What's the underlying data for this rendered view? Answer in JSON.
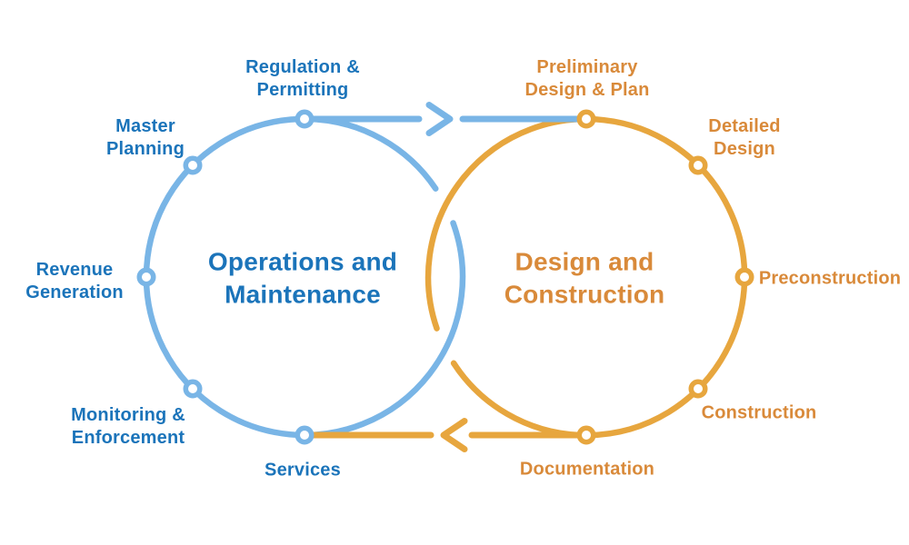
{
  "colors": {
    "blue_line": "#79B5E6",
    "blue_text": "#1B74BA",
    "orange_line": "#E7A63E",
    "orange_text": "#D98A3A",
    "node_center": "#FFFFFF"
  },
  "left_cycle": {
    "title": "Operations and\nMaintenance",
    "stations": [
      "Regulation &\nPermitting",
      "Master\nPlanning",
      "Revenue\nGeneration",
      "Monitoring &\nEnforcement",
      "Services"
    ]
  },
  "right_cycle": {
    "title": "Design and\nConstruction",
    "stations": [
      "Preliminary\nDesign & Plan",
      "Detailed\nDesign",
      "Preconstruction",
      "Construction",
      "Documentation"
    ]
  },
  "flow_arrows": {
    "top_direction": "right",
    "bottom_direction": "left"
  }
}
